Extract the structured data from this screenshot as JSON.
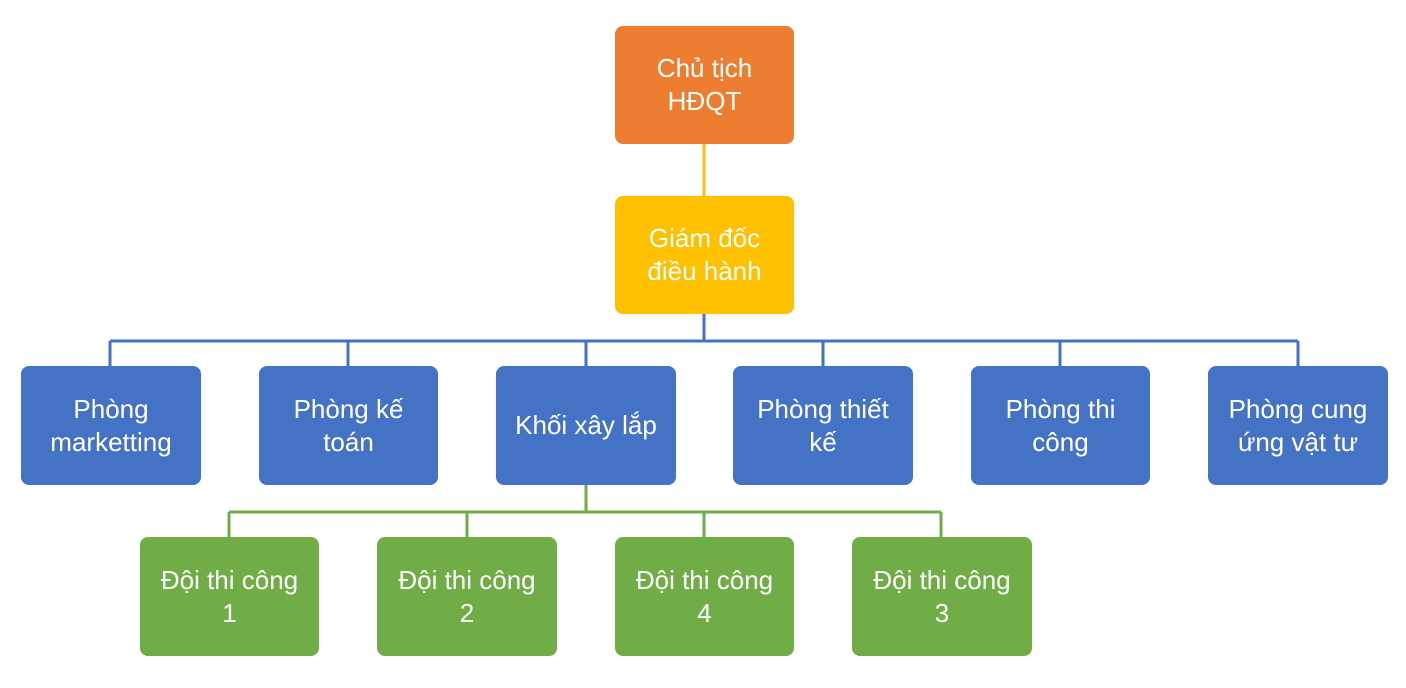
{
  "colors": {
    "chairman": "#ED7D31",
    "director": "#FFC000",
    "department": "#4472C4",
    "team": "#70AD47",
    "connector_top": "#FFC000",
    "connector_dept": "#4472C4",
    "connector_team": "#70AD47"
  },
  "chairman": {
    "line1": "Chủ tịch",
    "line2": "HĐQT"
  },
  "director": {
    "line1": "Giám đốc",
    "line2": "điều hành"
  },
  "departments": [
    {
      "line1": "Phòng",
      "line2": "marketting"
    },
    {
      "line1": "Phòng kế",
      "line2": "toán"
    },
    {
      "line1": "Khối xây lắp",
      "line2": ""
    },
    {
      "line1": "Phòng thiết",
      "line2": "kế"
    },
    {
      "line1": "Phòng thi",
      "line2": "công"
    },
    {
      "line1": "Phòng cung",
      "line2": "ứng vật tư"
    }
  ],
  "teams": [
    {
      "line1": "Đội thi công",
      "line2": "1"
    },
    {
      "line1": "Đội thi công",
      "line2": "2"
    },
    {
      "line1": "Đội thi công",
      "line2": "4"
    },
    {
      "line1": "Đội thi công",
      "line2": "3"
    }
  ]
}
